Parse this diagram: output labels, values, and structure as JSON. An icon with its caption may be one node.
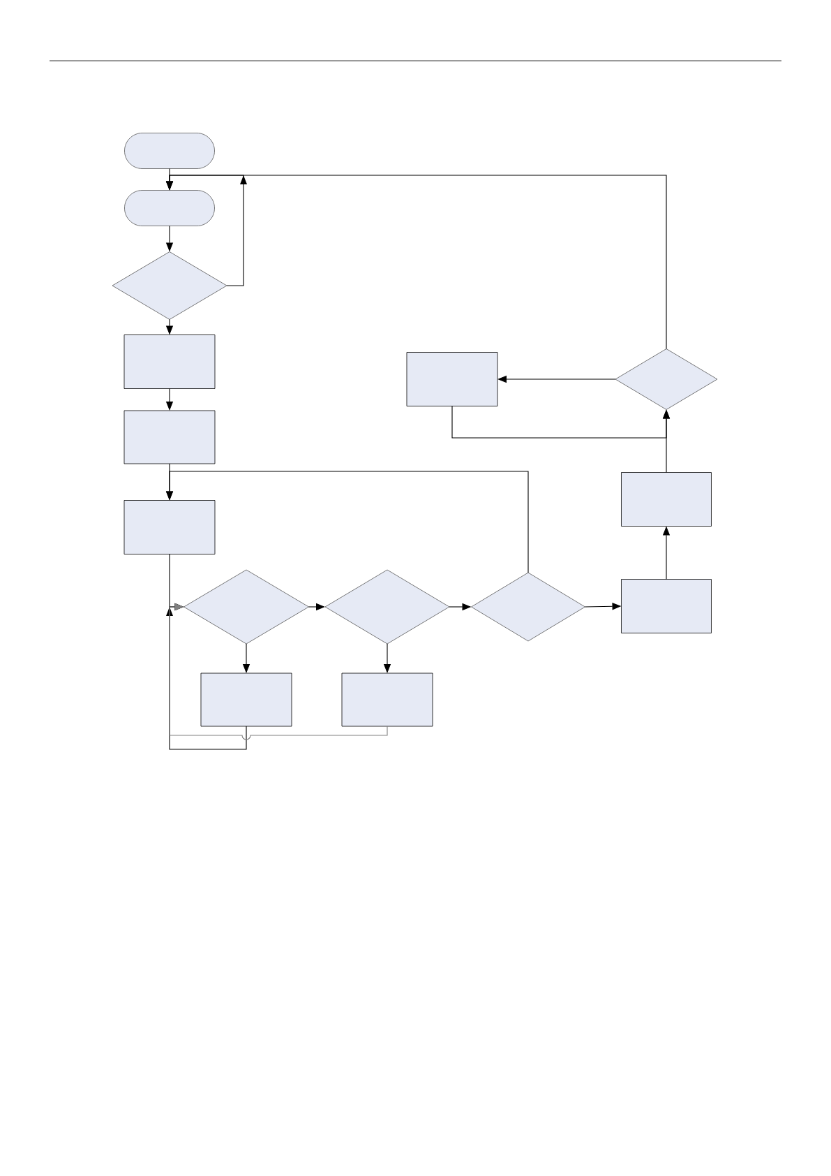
{
  "diagram": {
    "nodes": [
      {
        "text": [],
        "shape": "terminal"
      },
      {
        "text": [],
        "shape": "terminal"
      },
      {
        "text": [],
        "shape": "diamond"
      },
      {
        "text": [],
        "shape": "box"
      },
      {
        "text": [],
        "shape": "box"
      },
      {
        "text": [],
        "shape": "box"
      },
      {
        "text": [],
        "shape": "diamond"
      },
      {
        "text": [],
        "shape": "diamond"
      },
      {
        "text": [],
        "shape": "diamond"
      },
      {
        "text": [],
        "shape": "box"
      },
      {
        "text": [],
        "shape": "box"
      },
      {
        "text": [],
        "shape": "diamond"
      },
      {
        "text": [],
        "shape": "box"
      },
      {
        "text": [],
        "shape": "box"
      },
      {
        "text": [],
        "shape": "box"
      }
    ],
    "edges": [
      {
        "from": 0,
        "to": 1,
        "arrow": "to"
      },
      {
        "from": 1,
        "to": 2,
        "arrow": "to"
      },
      {
        "from": 2,
        "to": 3,
        "arrow": "to"
      },
      {
        "from": 2,
        "to": 1,
        "arrow": "to"
      },
      {
        "from": 11,
        "to": 1,
        "arrow": "to"
      },
      {
        "from": 3,
        "to": 4,
        "arrow": "to"
      },
      {
        "from": 4,
        "to": 5,
        "arrow": "to"
      },
      {
        "from": 8,
        "to": 5,
        "arrow": "to"
      },
      {
        "from": 5,
        "to": 6,
        "arrow": "to"
      },
      {
        "from": 6,
        "to": 7,
        "arrow": "to"
      },
      {
        "from": 7,
        "to": 8,
        "arrow": "to"
      },
      {
        "from": 8,
        "to": 9,
        "arrow": "to"
      },
      {
        "from": 6,
        "to": 13,
        "arrow": "to"
      },
      {
        "from": 7,
        "to": 14,
        "arrow": "to"
      },
      {
        "from": 13,
        "to": 6,
        "arrow": "to"
      },
      {
        "from": 14,
        "to": 6,
        "arrow": "to",
        "color": "#808080"
      },
      {
        "from": 9,
        "to": 10,
        "arrow": "to"
      },
      {
        "from": 10,
        "to": 11,
        "arrow": "to"
      },
      {
        "from": 11,
        "to": 12,
        "arrow": "to"
      },
      {
        "from": 12,
        "to": 11,
        "arrow": "to"
      }
    ]
  }
}
